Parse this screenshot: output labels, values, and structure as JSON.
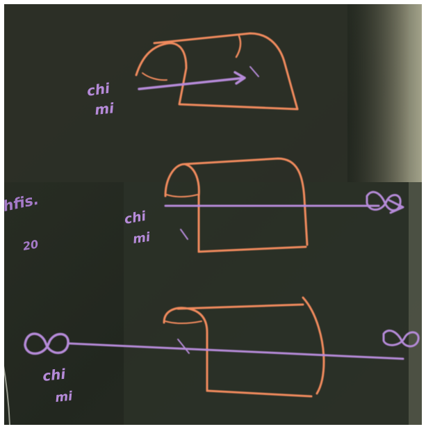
{
  "photo": {
    "subject": "chalkboard"
  },
  "colors": {
    "board_dark": "#22271f",
    "board_mid": "#2f3429",
    "board_light": "#3b3f34",
    "glare": "#9c9a82",
    "chalk_orange": "#f08a5d",
    "chalk_purple": "#b58ad8",
    "border": "#ffffff"
  },
  "handwriting": {
    "sketch1_label_line1": "chi",
    "sketch1_label_line2": "mi",
    "sketch2_label_line1": "chi",
    "sketch2_label_line2": "mi",
    "sketch3_label_line1": "chi",
    "sketch3_label_line2": "mi",
    "left_margin_note_line1": "hfis.",
    "left_margin_note_line2": "20"
  }
}
